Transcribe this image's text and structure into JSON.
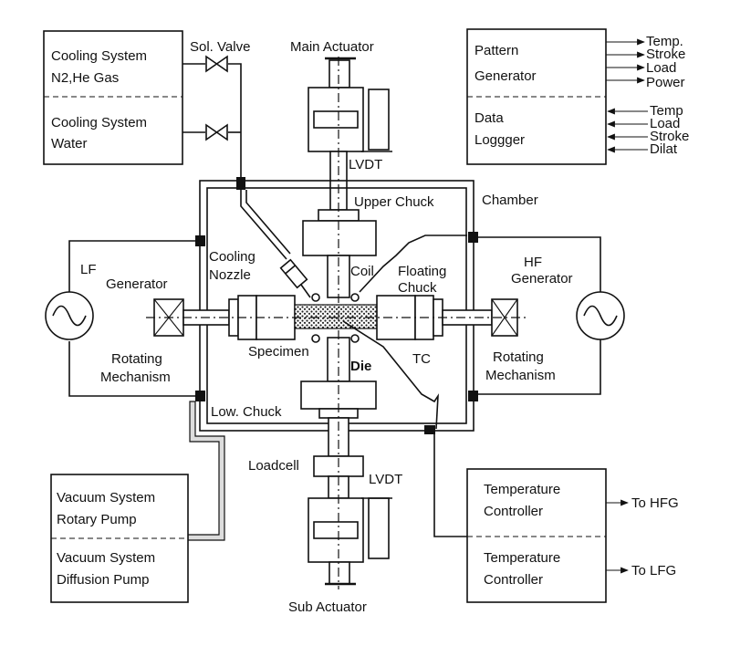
{
  "labels": {
    "cooling_n2_line1": "Cooling System",
    "cooling_n2_line2": "N2,He Gas",
    "cooling_water_line1": "Cooling System",
    "cooling_water_line2": "Water",
    "sol_valve": "Sol. Valve",
    "main_actuator": "Main Actuator",
    "pattern_line1": "Pattern",
    "pattern_line2": "Generator",
    "data_line1": "Data",
    "data_line2": "Loggger",
    "lvdt_top": "LVDT",
    "upper_chuck": "Upper Chuck",
    "chamber": "Chamber",
    "lf": "LF",
    "lf_generator": "Generator",
    "cooling_nozzle_line1": "Cooling",
    "cooling_nozzle_line2": "Nozzle",
    "coil": "Coil",
    "floating_line1": "Floating",
    "floating_line2": "Chuck",
    "hf_line1": "HF",
    "hf_line2": "Generator",
    "rotating_left_line1": "Rotating",
    "rotating_left_line2": "Mechanism",
    "specimen": "Specimen",
    "die": "Die",
    "tc": "TC",
    "rotating_right_line1": "Rotating",
    "rotating_right_line2": "Mechanism",
    "low_chuck": "Low. Chuck",
    "loadcell": "Loadcell",
    "lvdt_bottom": "LVDT",
    "vac_rotary_line1": "Vacuum System",
    "vac_rotary_line2": "Rotary Pump",
    "vac_diff_line1": "Vacuum System",
    "vac_diff_line2": "Diffusion Pump",
    "temp_ctrl1_line1": "Temperature",
    "temp_ctrl1_line2": "Controller",
    "temp_ctrl2_line1": "Temperature",
    "temp_ctrl2_line2": "Controller",
    "to_hfg": "To HFG",
    "to_lfg": "To LFG",
    "sub_actuator": "Sub Actuator"
  },
  "pattern_outputs": [
    "Temp.",
    "Stroke",
    "Load",
    "Power"
  ],
  "logger_inputs": [
    "Temp",
    "Load",
    "Stroke",
    "Dilat"
  ]
}
